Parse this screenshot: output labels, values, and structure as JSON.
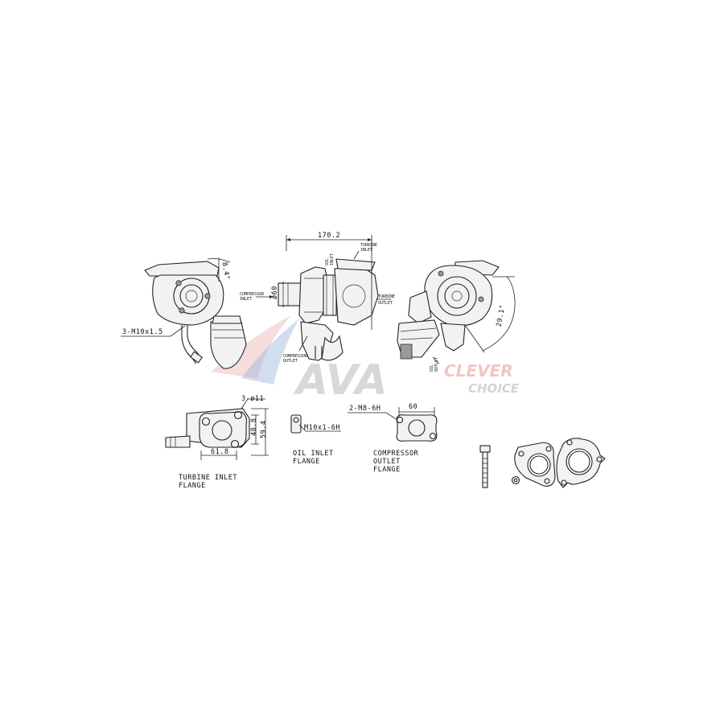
{
  "watermark": {
    "brand": "AVA",
    "clever": "CLEVER",
    "choice": "CHOICE",
    "brand_color": "#b9b9b9",
    "accent_color": "#e4a39a"
  },
  "dimensions": {
    "angle_left": "8.4°",
    "length_top": "170.2",
    "diameter_inlet": "ø60",
    "angle_right": "29.1°",
    "thread_turbine": "3-M10x1.5",
    "bolt_holes": "3-ø11",
    "flange_h1": "48.8",
    "flange_h2": "59.4",
    "flange_w": "61.8",
    "oil_thread": "M10x1-6H",
    "comp_thread": "2-M8-6H",
    "comp_width": "60"
  },
  "callouts": {
    "compressor_inlet_l1": "COMPRESSOR",
    "compressor_inlet_l2": "INLET",
    "turbine_outlet_l1": "TURBINE",
    "turbine_outlet_l2": "OUTLET",
    "turbine_inlet_l1": "TURBINE",
    "turbine_inlet_l2": "INLET",
    "compressor_outlet_l1": "COMPRESSOR",
    "compressor_outlet_l2": "OUTLET",
    "oil_inlet_top_l1": "OIL",
    "oil_inlet_top_l2": "INLET",
    "oil_outlet_l1": "OIL",
    "oil_outlet_l2": "OUTLET"
  },
  "flange_labels": {
    "turbine_inlet_l1": "TURBINE INLET",
    "turbine_inlet_l2": "FLANGE",
    "oil_inlet_l1": "OIL INLET",
    "oil_inlet_l2": "FLANGE",
    "compressor_outlet_l1": "COMPRESSOR",
    "compressor_outlet_l2": "OUTLET",
    "compressor_outlet_l3": "FLANGE"
  }
}
